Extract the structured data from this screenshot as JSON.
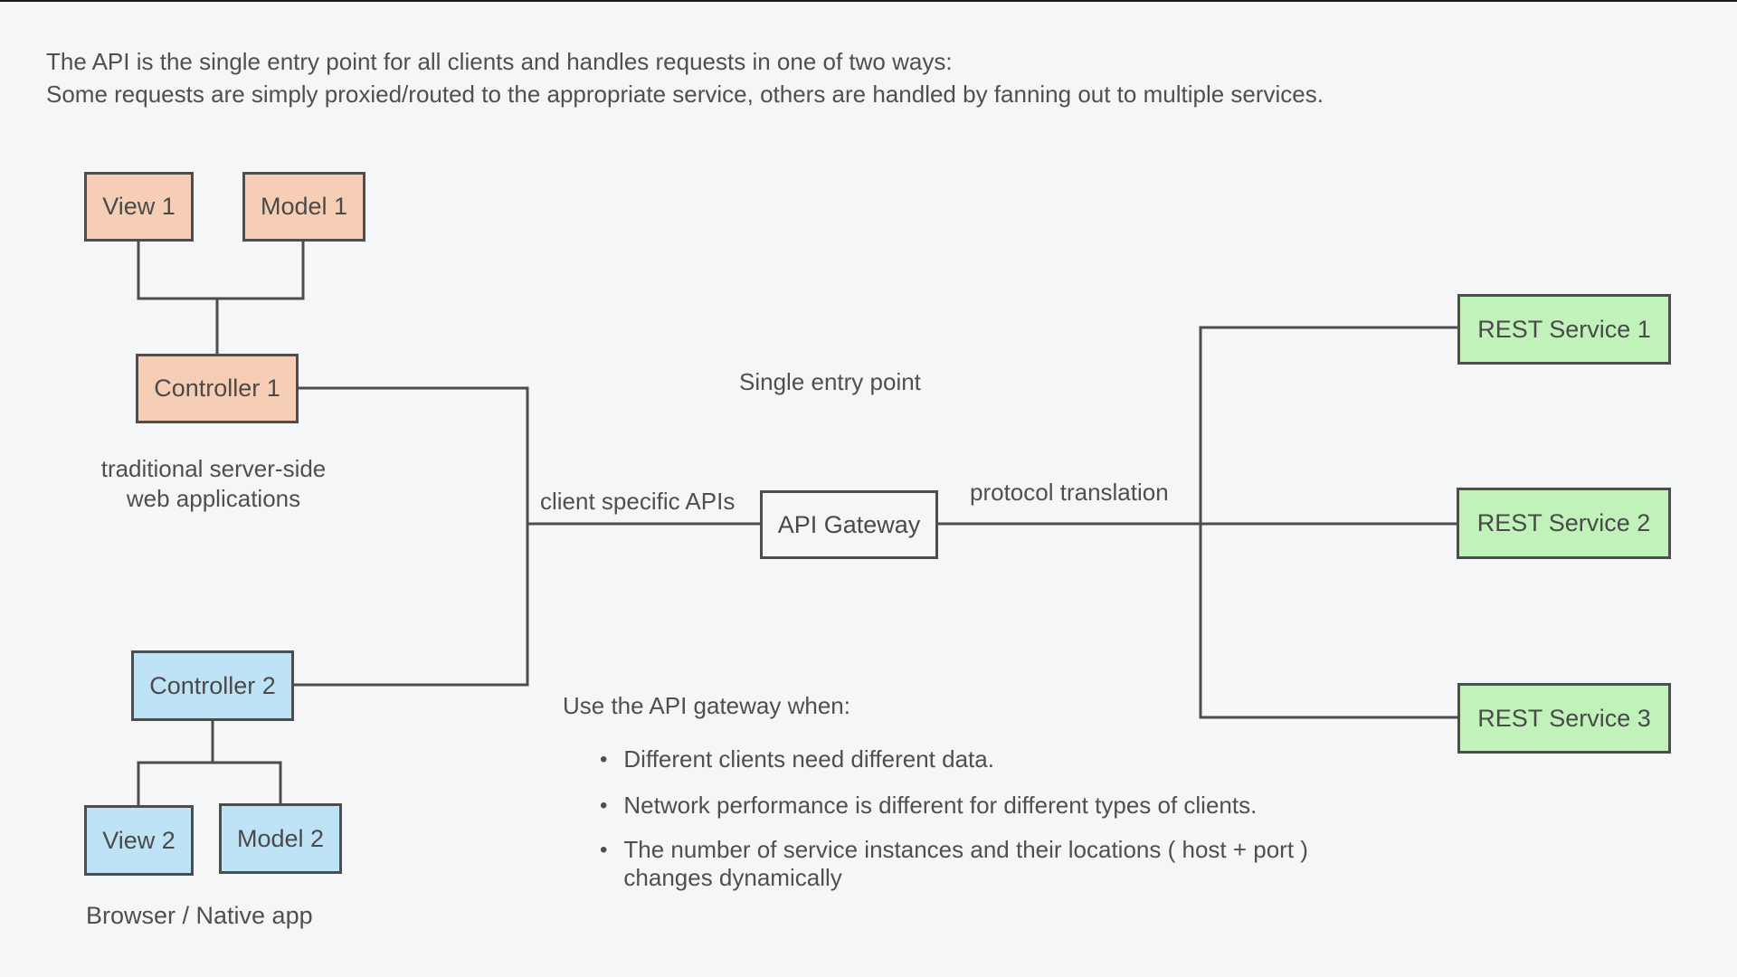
{
  "page": {
    "background": "#f5f6f8",
    "top_edge_color": "#1c1c1c"
  },
  "colors": {
    "salmon_fill": "#f6ceb6",
    "blue_fill": "#bfe3f6",
    "green_fill": "#c0f2ba",
    "stroke": "#4d4d4d",
    "text": "#4f4f4f"
  },
  "intro": {
    "line1": "The API is the single entry point for all clients and handles requests in one of two ways:",
    "line2": "Some requests are simply proxied/routed to the appropriate service, others are handled by fanning out to multiple services."
  },
  "server_side_group": {
    "view_label": "View 1",
    "model_label": "Model 1",
    "controller_label": "Controller 1",
    "caption_line1": "traditional server-side",
    "caption_line2": "web applications"
  },
  "client_group": {
    "controller_label": "Controller 2",
    "view_label": "View 2",
    "model_label": "Model 2",
    "caption": "Browser / Native app"
  },
  "gateway": {
    "label": "API Gateway",
    "annotation_top": "Single entry point",
    "annotation_left": "client specific APIs",
    "annotation_right": "protocol translation"
  },
  "services": [
    {
      "label": "REST Service 1"
    },
    {
      "label": "REST Service 2"
    },
    {
      "label": "REST Service 3"
    }
  ],
  "usage": {
    "heading": "Use the API gateway when:",
    "bullets": [
      "Different clients need different data.",
      "Network performance is different for different types of clients.",
      "The number of service instances and their locations ( host + port ) changes dynamically"
    ]
  }
}
